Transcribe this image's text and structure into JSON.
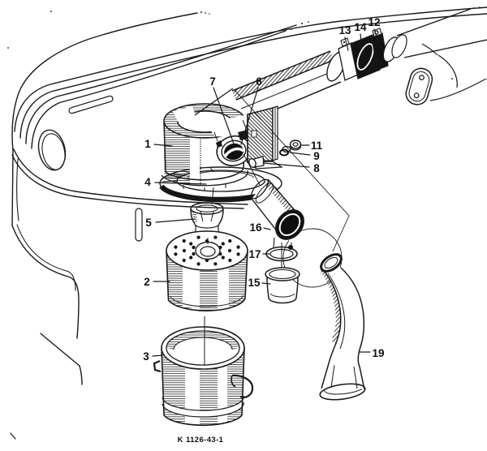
{
  "figure": {
    "caption": "K 1126-43-1",
    "callouts": {
      "1": "1",
      "2": "2",
      "3": "3",
      "4": "4",
      "5": "5",
      "6": "6",
      "7": "7",
      "8": "8",
      "9": "9",
      "11": "11",
      "12": "12",
      "13": "13",
      "14": "14",
      "15": "15",
      "16": "16",
      "17": "17",
      "19": "19"
    }
  },
  "colors": {
    "ink": "#1a1a1a",
    "paper": "#ffffff"
  }
}
